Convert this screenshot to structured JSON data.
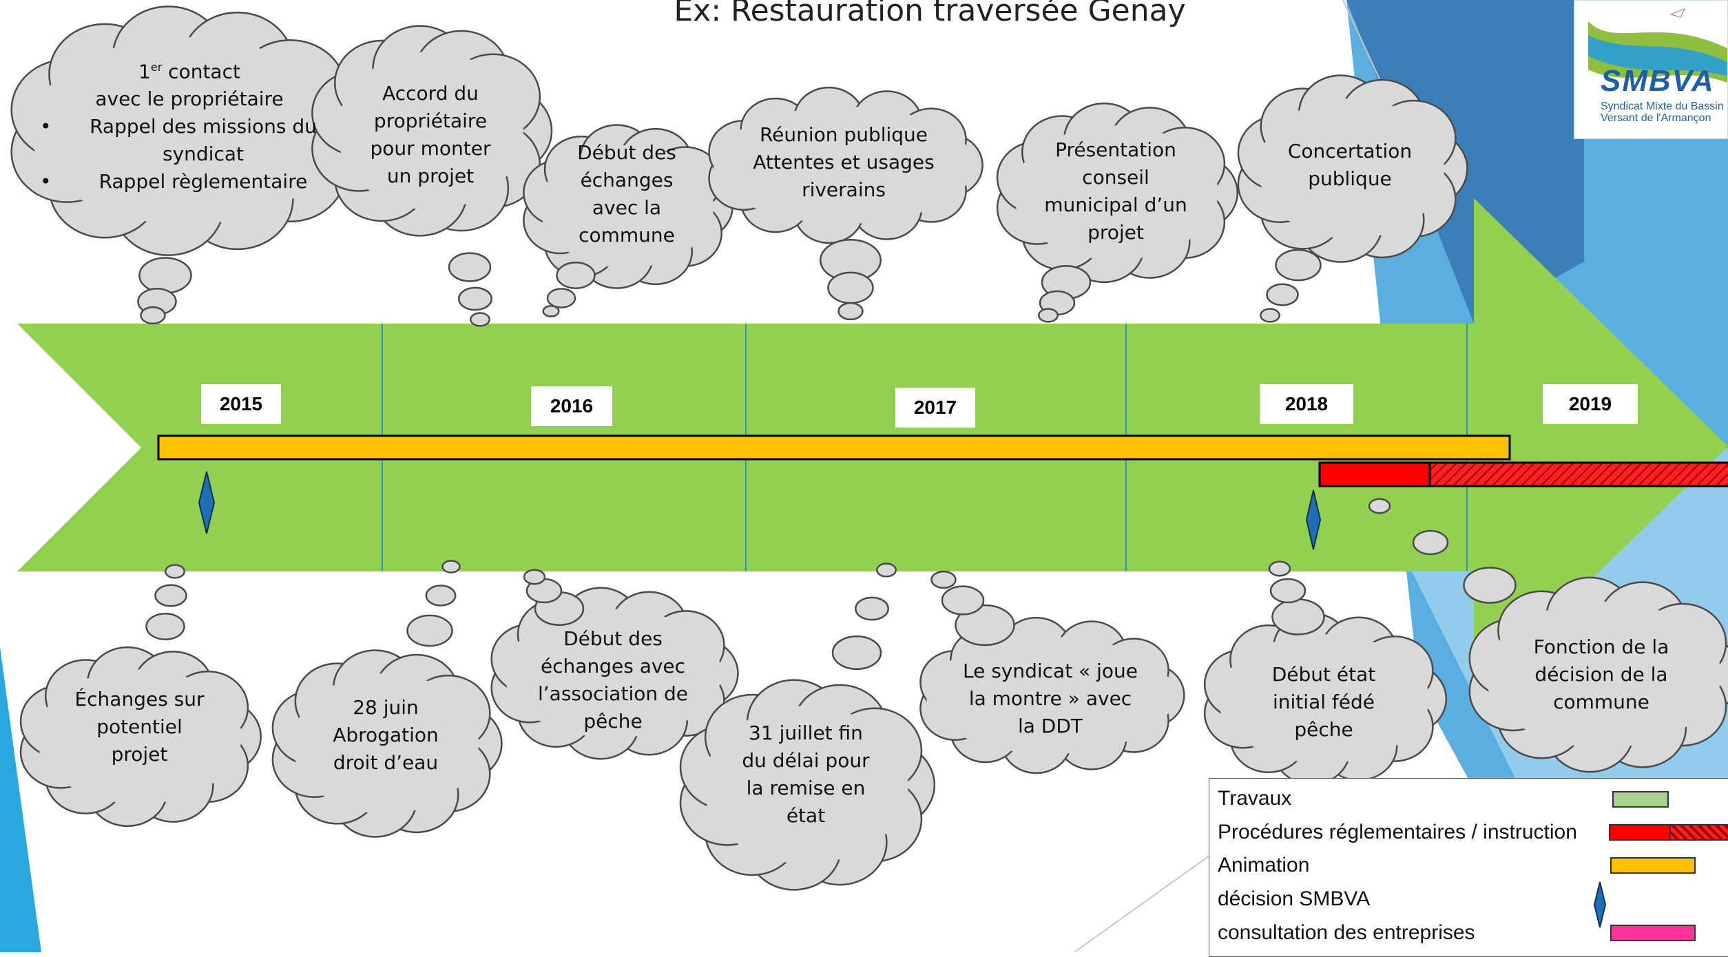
{
  "title": "Ex: Restauration traversée Genay",
  "logo": {
    "name": "SMBVA",
    "subtitle": "Syndicat Mixte du Bassin Versant de l'Armançon",
    "subtitle_line1": "Syndicat Mixte du Bassin",
    "subtitle_line2": "Versant de l'Armançon"
  },
  "colors": {
    "arrow": "#92d050",
    "animation": "#ffc000",
    "procedures": "#ff0000",
    "travaux": "#a9d18e",
    "consultation": "#ff3399",
    "decision": "#1f6fb5",
    "cloud": "#d9d9d9"
  },
  "years": [
    "2015",
    "2016",
    "2017",
    "2018",
    "2019"
  ],
  "clouds_top": [
    {
      "sup_base": "1",
      "sup": "er",
      "line1_rest": " contact",
      "line2": "avec le propriétaire",
      "bullets": [
        "Rappel des missions du syndicat",
        "Rappel règlementaire"
      ]
    },
    {
      "text": "Accord du propriétaire pour monter un projet"
    },
    {
      "text": "Début des échanges avec la commune"
    },
    {
      "text": "Réunion publique Attentes et usages riverains"
    },
    {
      "text": "Présentation conseil municipal d’un projet"
    },
    {
      "text": "Concertation publique"
    }
  ],
  "clouds_bottom": [
    {
      "text": "Échanges sur potentiel projet"
    },
    {
      "text": "28 juin Abrogation droit d’eau"
    },
    {
      "text": "Début des échanges avec l’association de pêche"
    },
    {
      "text": "31 juillet fin du délai pour la remise en état"
    },
    {
      "text": "Le syndicat « joue la montre » avec la DDT"
    },
    {
      "text": "Début état initial fédé pêche"
    },
    {
      "text": "Fonction de la décision de la commune"
    }
  ],
  "legend": [
    {
      "label": "Travaux",
      "icon": "green-bar"
    },
    {
      "label": "Procédures réglementaires / instruction",
      "icon": "red-hatched-bar"
    },
    {
      "label": "Animation",
      "icon": "orange-bar"
    },
    {
      "label": "décision SMBVA",
      "icon": "diamond-icon"
    },
    {
      "label": "consultation des entreprises",
      "icon": "pink-bar"
    }
  ]
}
